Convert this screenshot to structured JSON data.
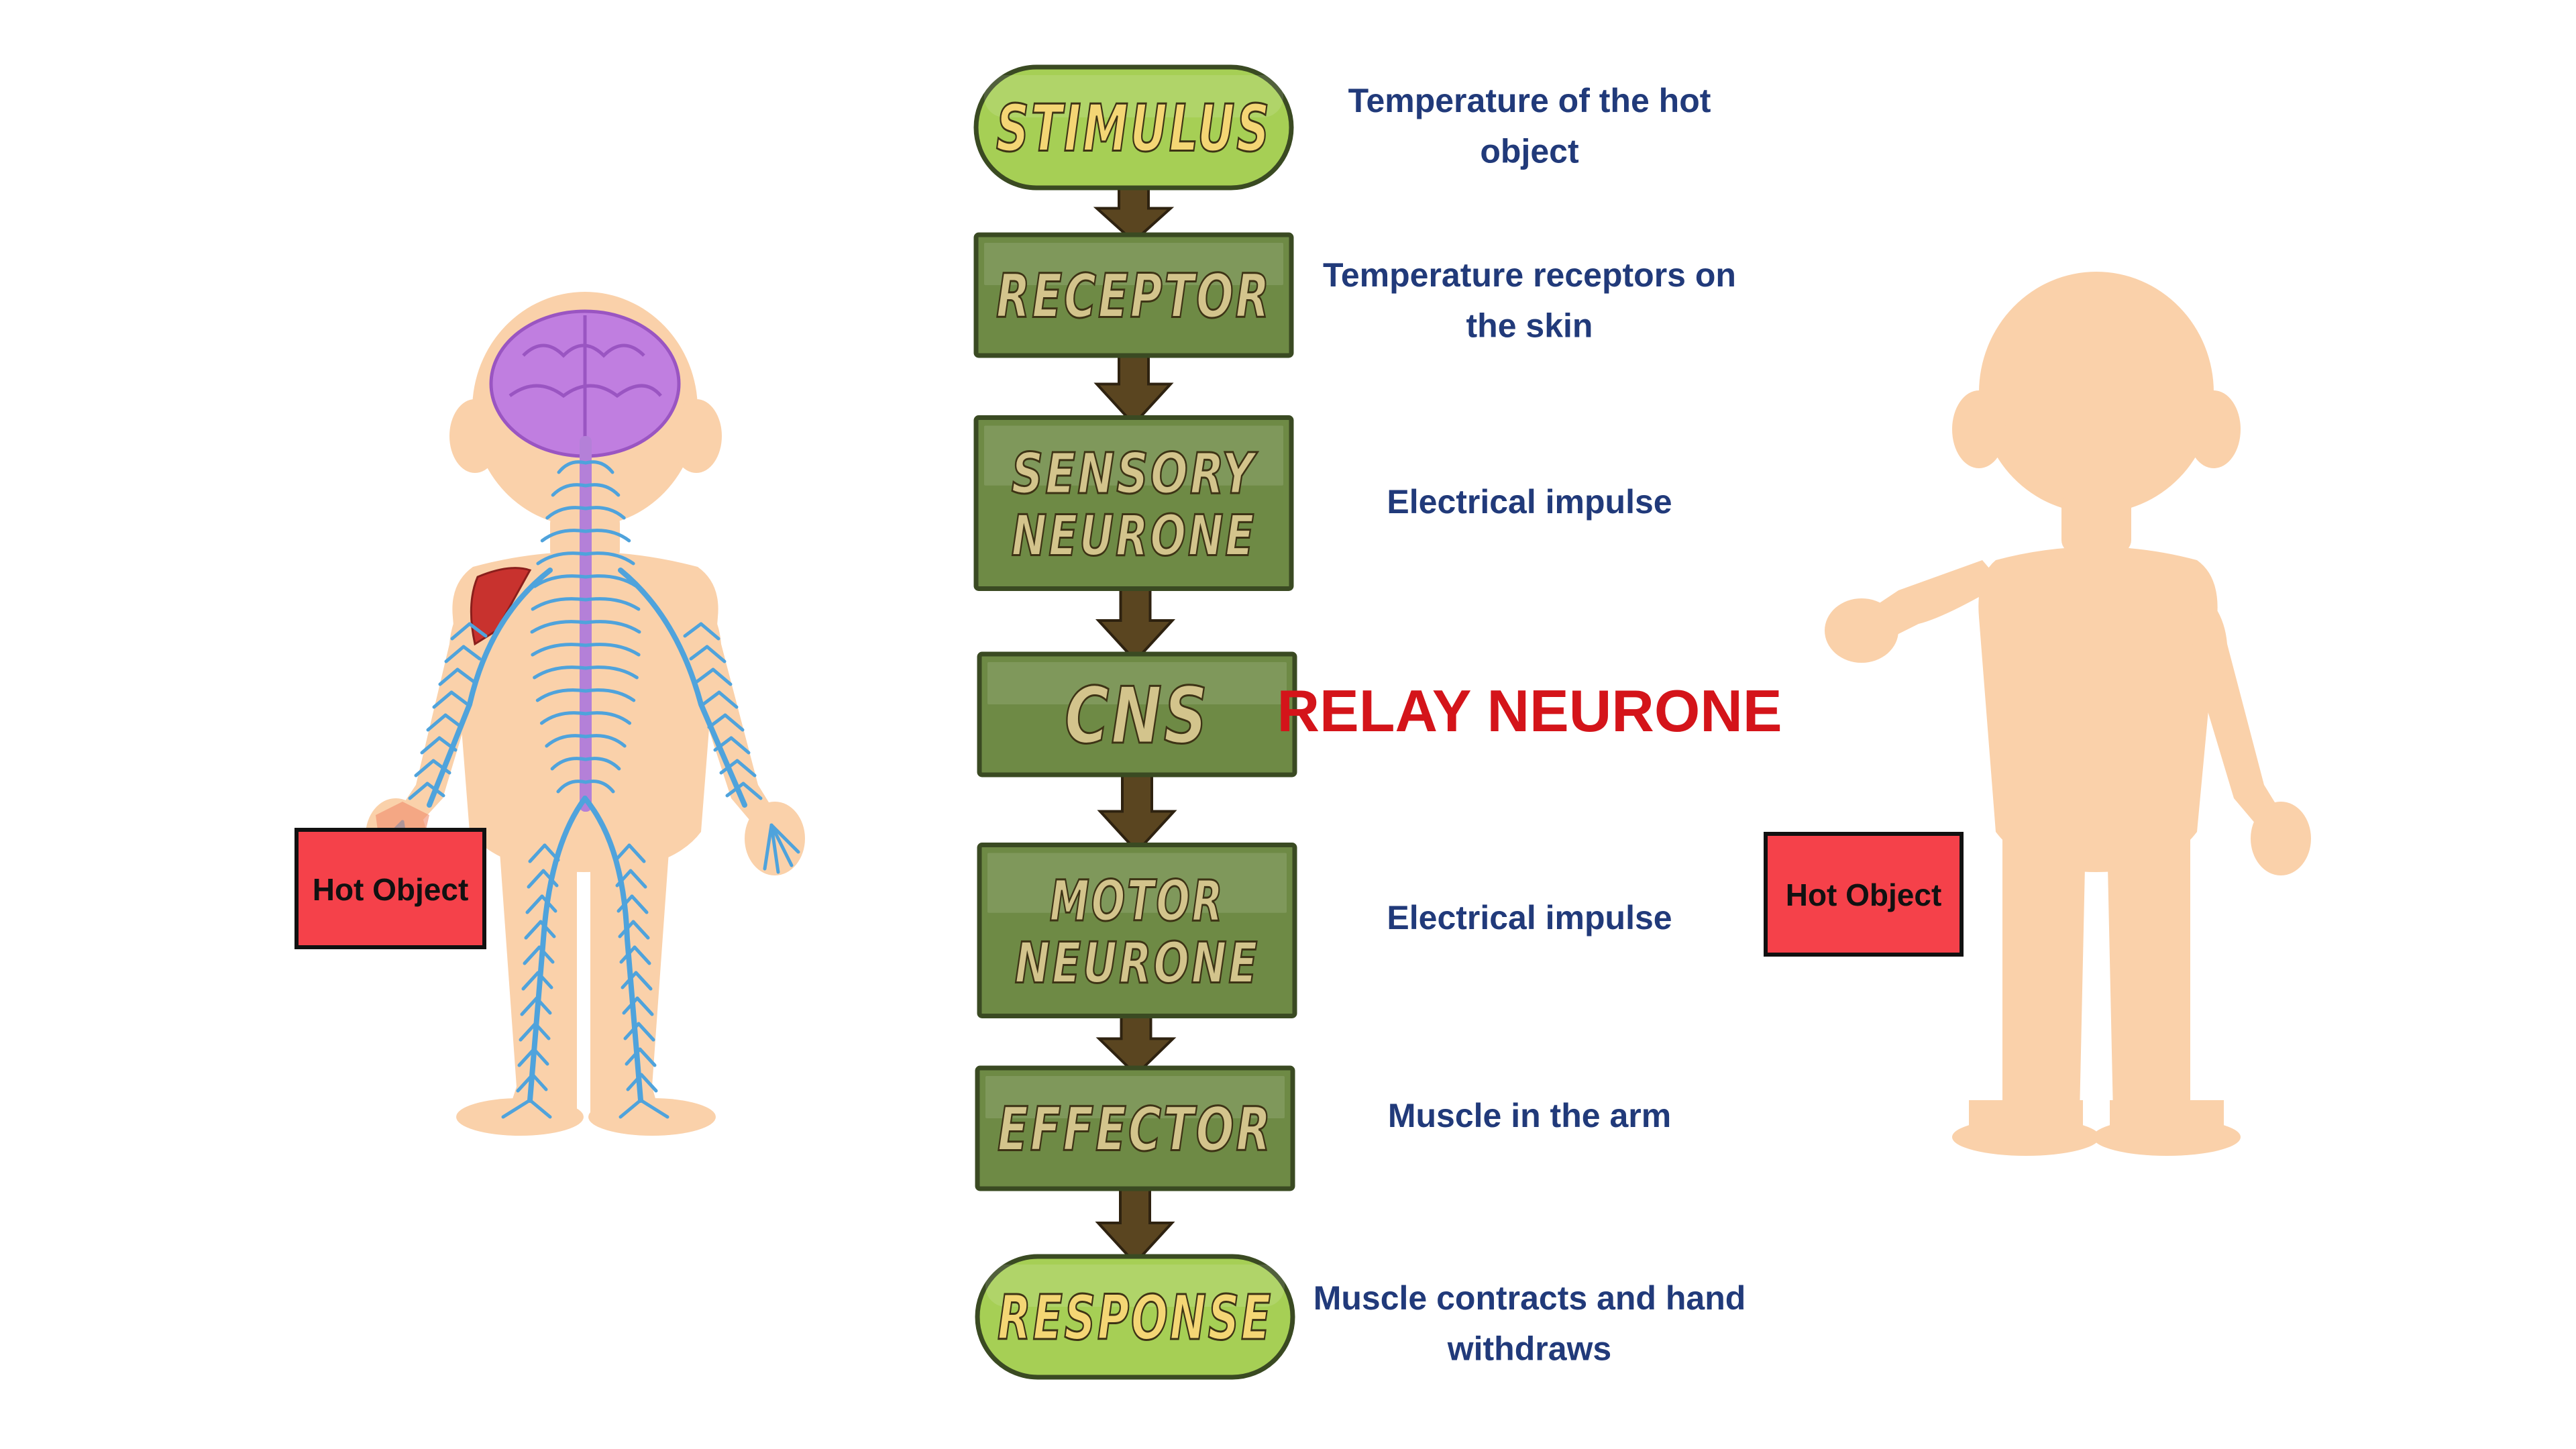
{
  "flow": {
    "stages": [
      {
        "line1": "STIMULUS",
        "line2": ""
      },
      {
        "line1": "RECEPTOR",
        "line2": ""
      },
      {
        "line1": "SENSORY",
        "line2": "NEURONE"
      },
      {
        "line1": "CNS",
        "line2": ""
      },
      {
        "line1": "MOTOR",
        "line2": "NEURONE"
      },
      {
        "line1": "EFFECTOR",
        "line2": ""
      },
      {
        "line1": "RESPONSE",
        "line2": ""
      }
    ],
    "descriptions": [
      {
        "line1": "Temperature of the hot",
        "line2": "object"
      },
      {
        "line1": "Temperature receptors on",
        "line2": "the skin"
      },
      {
        "line1": "Electrical impulse",
        "line2": ""
      },
      {
        "line1": "RELAY NEURONE",
        "line2": ""
      },
      {
        "line1": "Electrical impulse",
        "line2": ""
      },
      {
        "line1": "Muscle in the arm",
        "line2": ""
      },
      {
        "line1": "Muscle contracts and hand",
        "line2": "withdraws"
      }
    ]
  },
  "hot_object_left": {
    "label": "Hot Object"
  },
  "hot_object_right": {
    "label": "Hot Object"
  },
  "colors": {
    "pill_fill": "#a6cf55",
    "pill_text": "#f4d675",
    "box_fill": "#6e8a45",
    "box_text": "#d3c48c",
    "border": "#3a4a22",
    "arrow": "#5a4520",
    "desc_text": "#213a7a",
    "relay_text": "#d4141a",
    "skin": "#fad1aa",
    "brain": "#c07ee0",
    "nerve": "#4fa3dc",
    "spinal": "#b480d8",
    "muscle": "#c8322e",
    "hot_fill": "#f5414a"
  },
  "icons": {
    "left_figure": "body-with-nervous-system",
    "right_figure": "body-silhouette"
  }
}
